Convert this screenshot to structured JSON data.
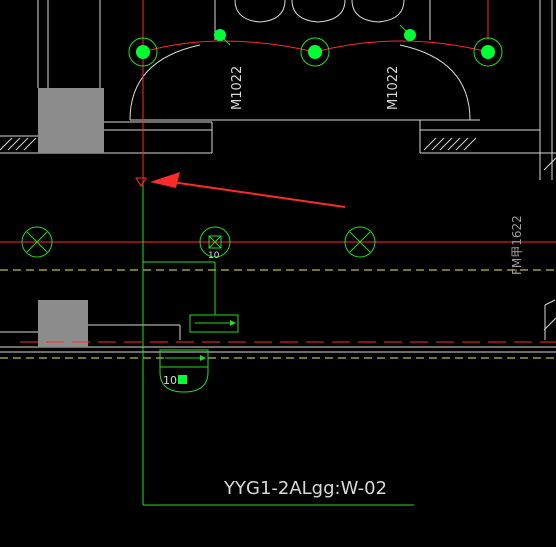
{
  "drawing": {
    "door_label_left": "M1022",
    "door_label_right": "M1022",
    "fire_door_label": "FM甲1622",
    "circuit_label": "YYG1-2ALgg:W-02",
    "light_number_upper": "10",
    "light_number_lower": "10"
  },
  "colors": {
    "background": "#000000",
    "wall": "#d9d9d9",
    "gray_block": "#8c8c8c",
    "red_line": "#ff2a2a",
    "green": "#22dd22",
    "green_fill": "#00ff33",
    "yellow_dash": "#e8e860",
    "arrow": "#ff2a2a"
  }
}
